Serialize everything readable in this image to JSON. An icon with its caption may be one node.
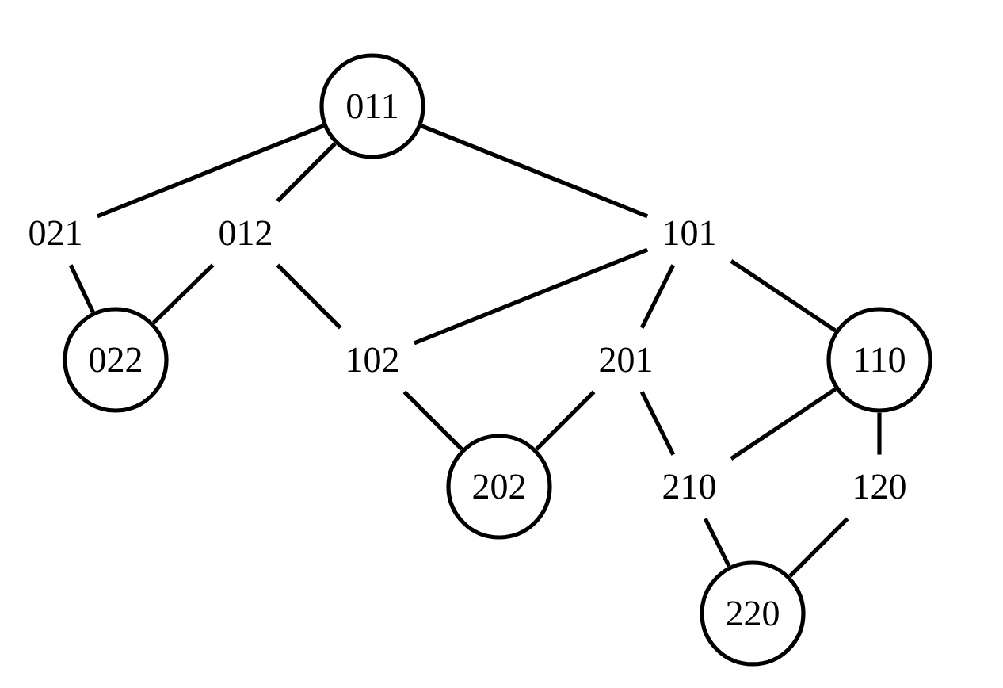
{
  "diagram": {
    "nodes": [
      {
        "text": [
          "011"
        ]
      },
      {
        "text": [
          "021"
        ]
      },
      {
        "text": [
          "012"
        ]
      },
      {
        "text": [
          "101"
        ]
      },
      {
        "text": [
          "022"
        ]
      },
      {
        "text": [
          "102"
        ]
      },
      {
        "text": [
          "201"
        ]
      },
      {
        "text": [
          "110"
        ]
      },
      {
        "text": [
          "202"
        ]
      },
      {
        "text": [
          "210"
        ]
      },
      {
        "text": [
          "120"
        ]
      },
      {
        "text": [
          "220"
        ]
      }
    ],
    "edges": [
      {
        "from": 0,
        "to": 1,
        "arrow": "none"
      },
      {
        "from": 0,
        "to": 2,
        "arrow": "none"
      },
      {
        "from": 0,
        "to": 3,
        "arrow": "none"
      },
      {
        "from": 1,
        "to": 4,
        "arrow": "none"
      },
      {
        "from": 2,
        "to": 4,
        "arrow": "none"
      },
      {
        "from": 2,
        "to": 5,
        "arrow": "none"
      },
      {
        "from": 3,
        "to": 5,
        "arrow": "none"
      },
      {
        "from": 3,
        "to": 6,
        "arrow": "none"
      },
      {
        "from": 3,
        "to": 7,
        "arrow": "none"
      },
      {
        "from": 5,
        "to": 8,
        "arrow": "none"
      },
      {
        "from": 6,
        "to": 8,
        "arrow": "none"
      },
      {
        "from": 6,
        "to": 9,
        "arrow": "none"
      },
      {
        "from": 7,
        "to": 9,
        "arrow": "none"
      },
      {
        "from": 7,
        "to": 10,
        "arrow": "none"
      },
      {
        "from": 9,
        "to": 11,
        "arrow": "none"
      },
      {
        "from": 10,
        "to": 11,
        "arrow": "none"
      }
    ]
  }
}
